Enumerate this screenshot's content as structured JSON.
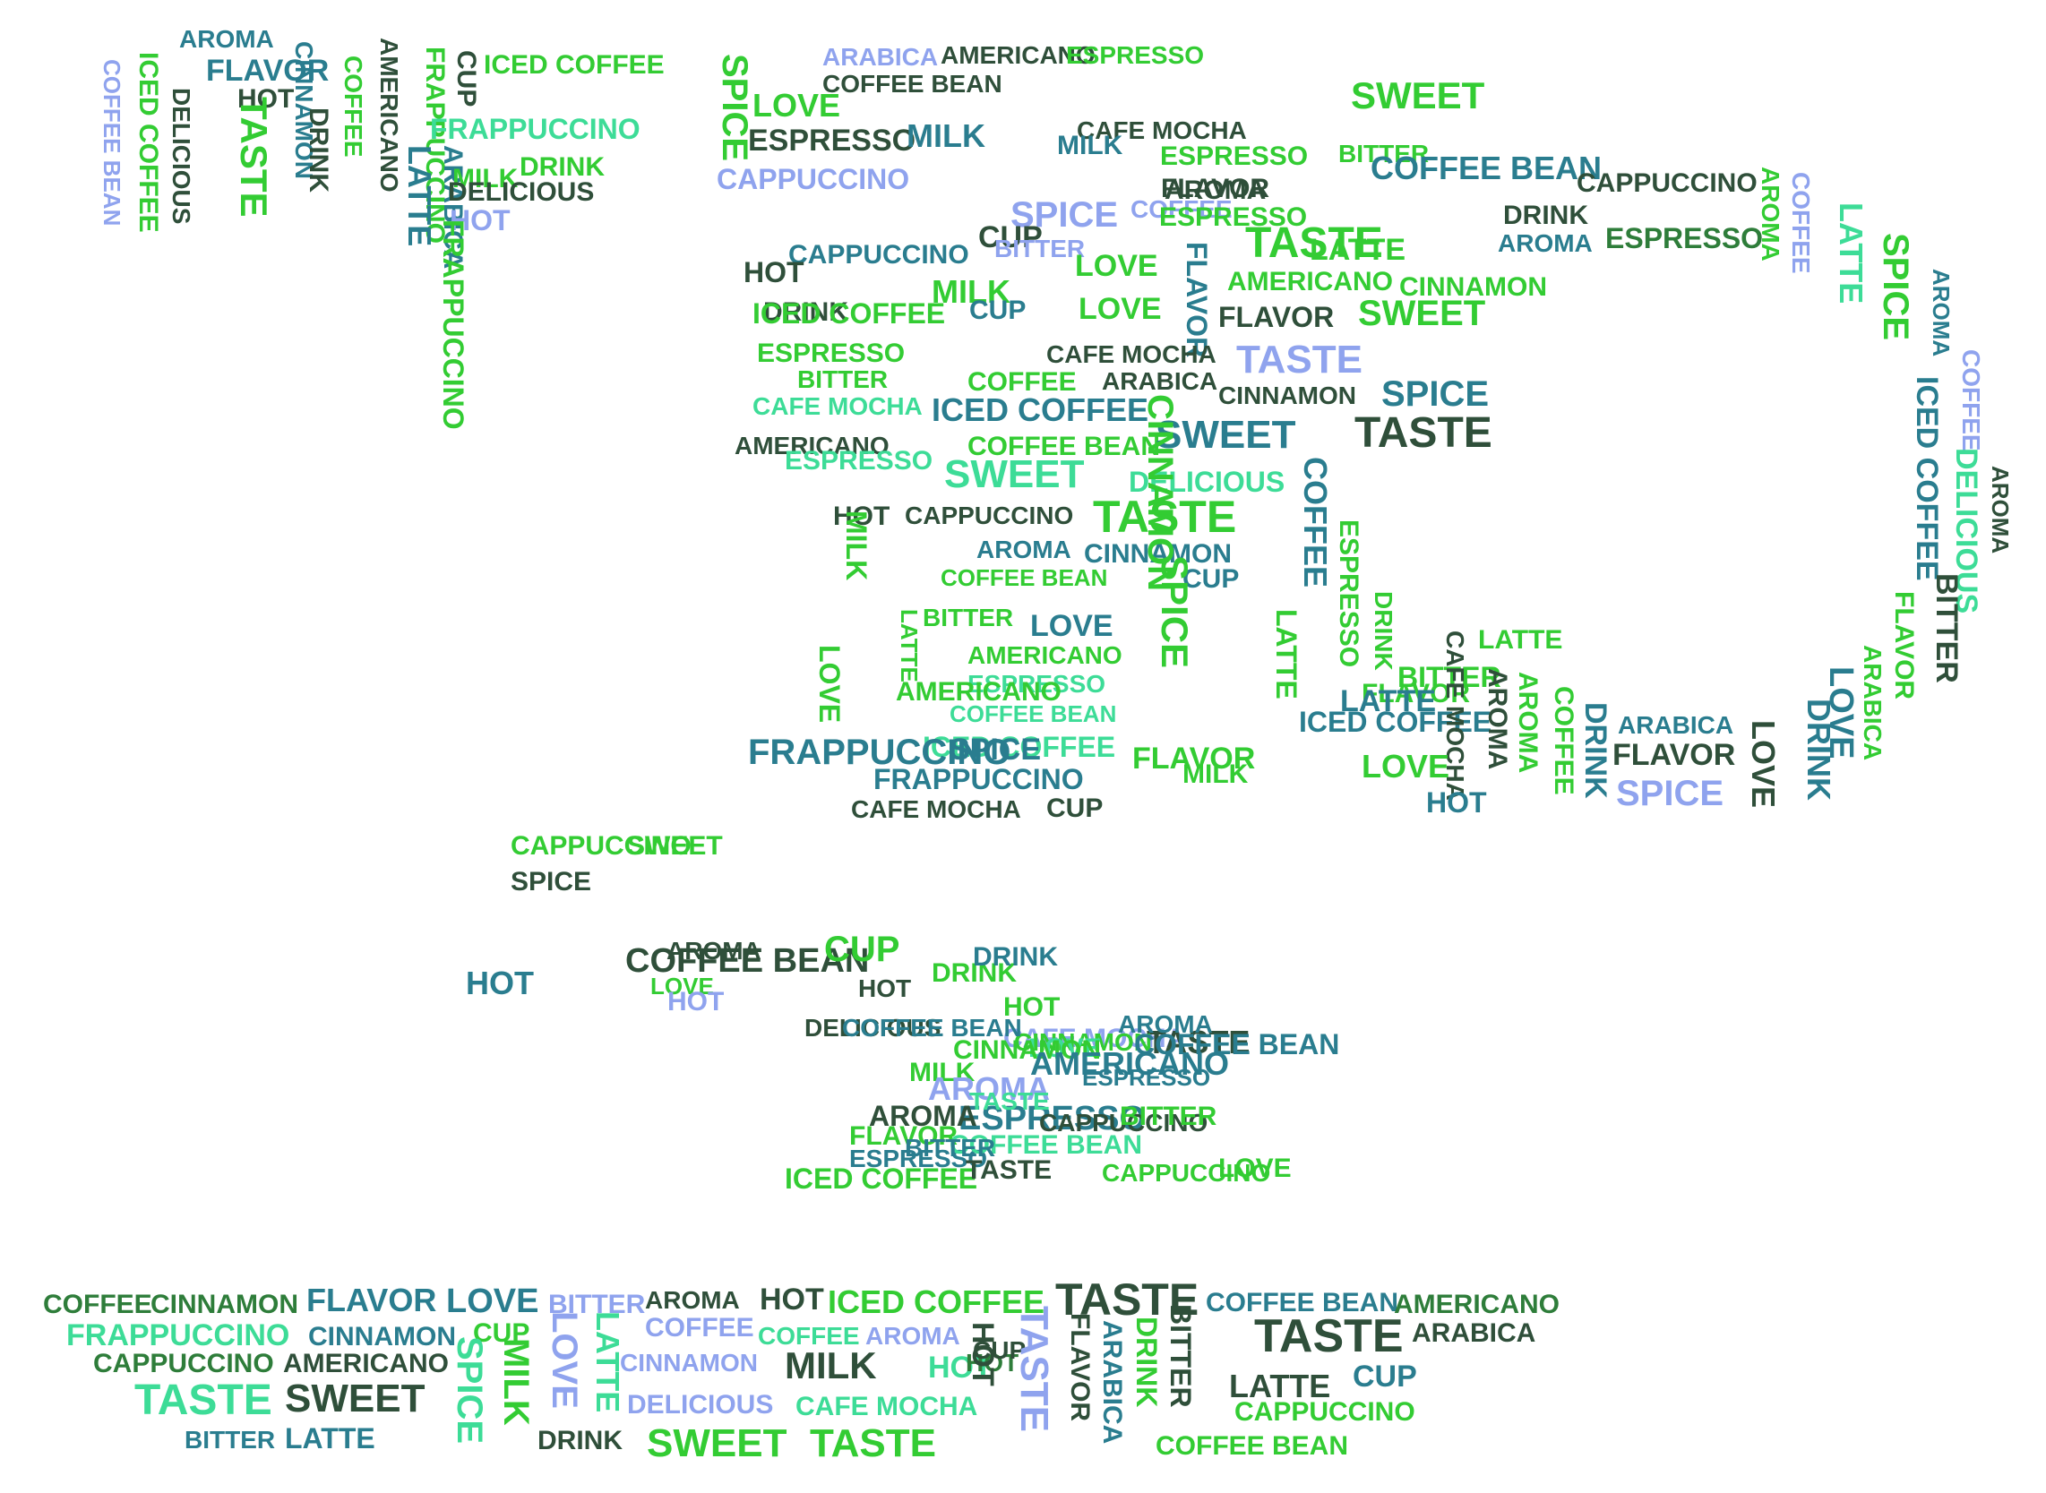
{
  "palette": {
    "dark_green": "#2f4f3a",
    "teal": "#2a7d8f",
    "bright_green": "#33cc33",
    "aqua_green": "#3ddc97",
    "periwinkle": "#8fa3ee",
    "forest_green": "#2e7d3a"
  },
  "shapes": [
    "coffee cup",
    "handle",
    "saucer"
  ],
  "words": {
    "cup": [
      "AROMA",
      "FLAVOR",
      "COFFEE BEAN",
      "ICED COFFEE",
      "HOT",
      "CINNAMON",
      "DELICIOUS",
      "TASTE",
      "DRINK",
      "COFFEE",
      "AMERICANO",
      "FRAPPUCCINO",
      "CUP",
      "ICED COFFEE",
      "LATTE",
      "ARABICA",
      "ARABICA",
      "AMERICANO",
      "ESPRESSO",
      "COFFEE BEAN",
      "FRAPPUCCINO",
      "SPICE",
      "LOVE",
      "ESPRESSO",
      "MILK",
      "CAFE MOCHA",
      "SWEET",
      "ESPRESSO",
      "AROMA",
      "BITTER",
      "MILK",
      "HOT",
      "DRINK",
      "CAPPUCCINO",
      "MILK",
      "SPICE",
      "COFFEE",
      "FLAVOR",
      "ESPRESSO",
      "COFFEE BEAN",
      "LATTE",
      "DELICIOUS",
      "FRAPPUCCINO",
      "CAPPUCCINO",
      "CUP",
      "BITTER",
      "TASTE",
      "HOT",
      "DRINK",
      "MILK",
      "LOVE",
      "AMERICANO",
      "CINNAMON",
      "LOVE",
      "SWEET",
      "FLAVOR",
      "ICED COFFEE",
      "CUP",
      "FLAVOR",
      "ESPRESSO",
      "CAFE MOCHA",
      "TASTE",
      "BITTER",
      "COFFEE",
      "ARABICA",
      "CINNAMON",
      "SPICE",
      "CAFE MOCHA",
      "ICED COFFEE",
      "COFFEE BEAN",
      "SWEET",
      "TASTE",
      "AMERICANO",
      "ESPRESSO",
      "SWEET",
      "DELICIOUS",
      "HOT",
      "CAPPUCCINO",
      "TASTE",
      "MILK",
      "AROMA",
      "CINNAMON",
      "COFFEE BEAN",
      "CUP",
      "BITTER",
      "LOVE",
      "AMERICANO",
      "ESPRESSO",
      "COFFEE BEAN",
      "ICED COFFEE",
      "FRAPPUCCINO",
      "LATTE",
      "LOVE",
      "AMERICANO",
      "CAFE MOCHA",
      "CUP",
      "SPICE",
      "CINNAMON",
      "COFFEE",
      "LATTE",
      "ESPRESSO",
      "DRINK",
      "BITTER",
      "ICED COFFEE",
      "LATTE",
      "FLAVOR",
      "CAPPUCCINO",
      "SPICE",
      "SWEET",
      "FRAPPUCCINO",
      "SPICE",
      "FLAVOR",
      "MILK",
      "LOVE",
      "AROMA",
      "HOT",
      "HOT",
      "CAFE MOCHA",
      "MILK",
      "AROMA",
      "TASTE",
      "HOT",
      "COFFEE BEAN",
      "CUP",
      "HOT",
      "DELICIOUS",
      "CINNAMON",
      "LOVE",
      "ESPRESSO",
      "CAPPUCCINO",
      "ESPRESSO",
      "FLAVOR",
      "COFFEE BEAN",
      "ICED COFFEE",
      "COFFEE BEAN",
      "DRINK",
      "DRINK",
      "AROMA",
      "TASTE",
      "COFFEE BEAN",
      "CINNAMON",
      "AROMA",
      "BITTER",
      "TASTE",
      "CAPPUCCINO",
      "ESPRESSO",
      "BITTER",
      "AMERICANO",
      "LOVE",
      "SPICE",
      "COFFEE",
      "MILK",
      "LOVE",
      "HOT",
      "MILK",
      "SWEET",
      "TASTE",
      "LATTE",
      "BITTER",
      "DRINK",
      "ARABICA",
      "SPICE",
      "COFFEE",
      "FLAVOR",
      "SWEET",
      "CAFE MOCHA",
      "CINNAMON",
      "SPICE",
      "CUP"
    ],
    "handle": [
      "CAPPUCCINO",
      "DRINK",
      "AROMA",
      "ESPRESSO",
      "AROMA",
      "COFFEE",
      "LATTE",
      "SPICE",
      "AROMA",
      "COFFEE",
      "ICED COFFEE",
      "DELICIOUS",
      "AROMA",
      "BITTER",
      "FLAVOR",
      "ARABICA",
      "LOVE",
      "DRINK",
      "LOVE",
      "ARABICA",
      "FLAVOR",
      "SPICE",
      "DRINK",
      "COFFEE",
      "AROMA",
      "AROMA",
      "CAFE MOCHA",
      "LATTE",
      "LOVE",
      "HOT"
    ],
    "saucer": [
      "COFFEE",
      "CINNAMON",
      "FLAVOR",
      "LOVE",
      "BITTER",
      "AROMA",
      "HOT",
      "ICED COFFEE",
      "TASTE",
      "COFFEE BEAN",
      "AMERICANO",
      "FRAPPUCCINO",
      "CINNAMON",
      "CUP",
      "COFFEE",
      "COFFEE",
      "AROMA",
      "TASTE",
      "ARABICA",
      "CAPPUCCINO",
      "AMERICANO",
      "CINNAMON",
      "MILK",
      "HOT",
      "HOT",
      "TASTE",
      "SWEET",
      "DELICIOUS",
      "CAFE MOCHA",
      "LATTE",
      "CUP",
      "CAPPUCCINO",
      "BITTER",
      "LATTE",
      "DRINK",
      "SWEET",
      "TASTE",
      "COFFEE BEAN",
      "SPICE",
      "MILK",
      "LOVE",
      "LATTE",
      "HOT",
      "CUP",
      "TASTE",
      "FLAVOR",
      "ARABICA",
      "DRINK",
      "BITTER"
    ]
  }
}
